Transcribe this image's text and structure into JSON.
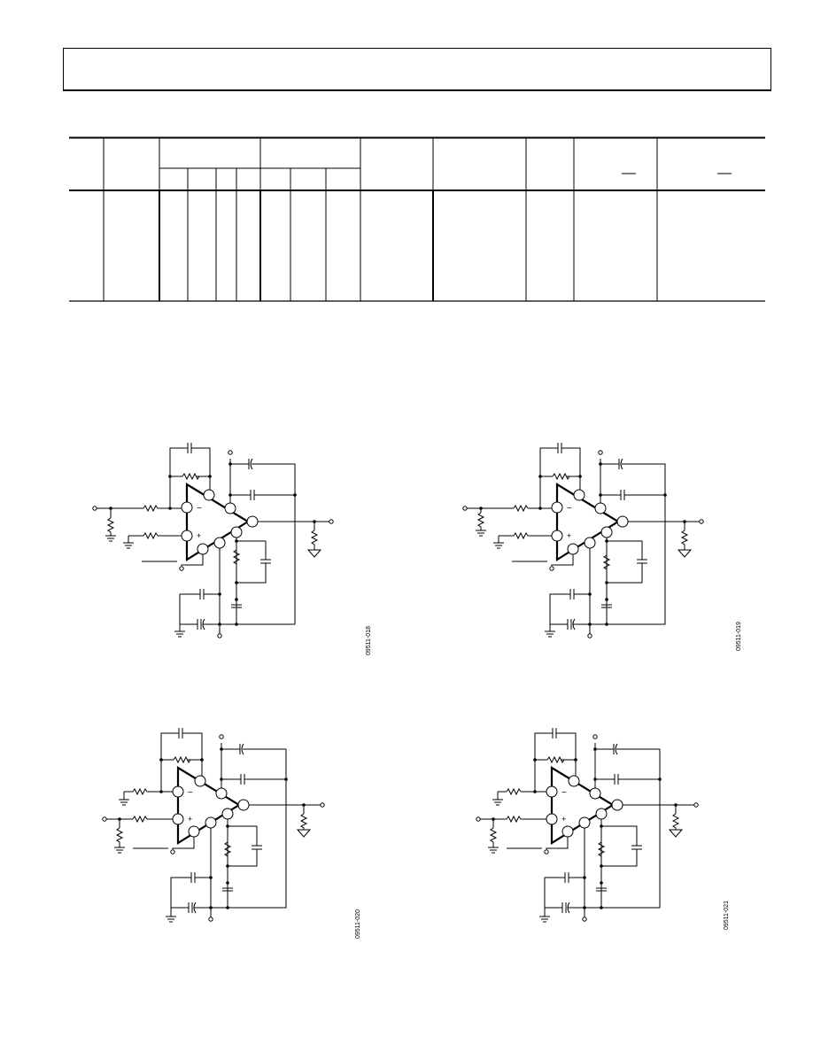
{
  "page": {
    "background": "#ffffff",
    "ink": "#000000"
  },
  "header": {
    "title": ""
  },
  "figures": [
    {
      "id": "fig1",
      "code": "09511-018",
      "variant": "inverting-single-ended"
    },
    {
      "id": "fig2",
      "code": "09511-019",
      "variant": "inverting-terminated"
    },
    {
      "id": "fig3",
      "code": "09511-020",
      "variant": "noninverting-single-ended"
    },
    {
      "id": "fig4",
      "code": "09511-021",
      "variant": "noninverting-terminated"
    }
  ]
}
